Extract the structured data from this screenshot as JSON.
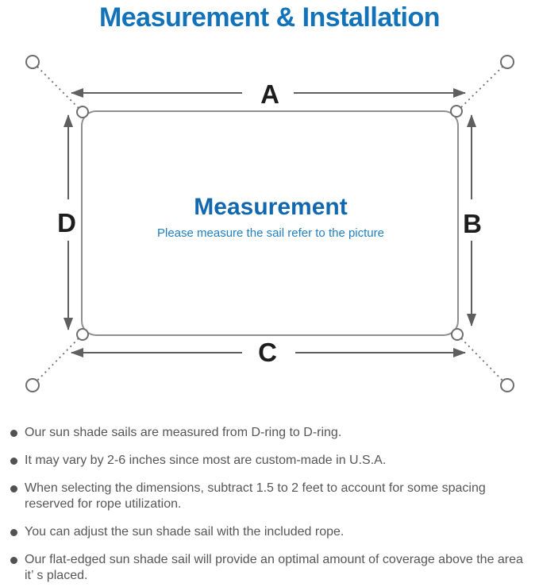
{
  "title": "Measurement & Installation",
  "diagram": {
    "side_labels": {
      "top": "A",
      "right": "B",
      "bottom": "C",
      "left": "D"
    },
    "center_heading": "Measurement",
    "center_subheading": "Please measure the sail refer to the picture"
  },
  "notes": {
    "items": [
      "Our sun shade sails are measured from D-ring to D-ring.",
      "It may vary by 2-6 inches since most are custom-made in U.S.A.",
      "When selecting the dimensions, subtract 1.5 to 2 feet to account for some spacing reserved for rope utilization.",
      "You can adjust the sun shade sail with the included rope.",
      "Our flat-edged sun shade sail will provide an optimal amount of coverage above the area it’ s placed."
    ]
  },
  "colors": {
    "title_blue": "#1273b9",
    "center_heading_blue": "#1268ae",
    "center_subheading_blue": "#2280c2",
    "note_text_gray": "#565656",
    "sail_border_gray": "#8f8f8f",
    "arrow_gray": "#5f5f5f",
    "label_black": "#1d1d1d"
  }
}
